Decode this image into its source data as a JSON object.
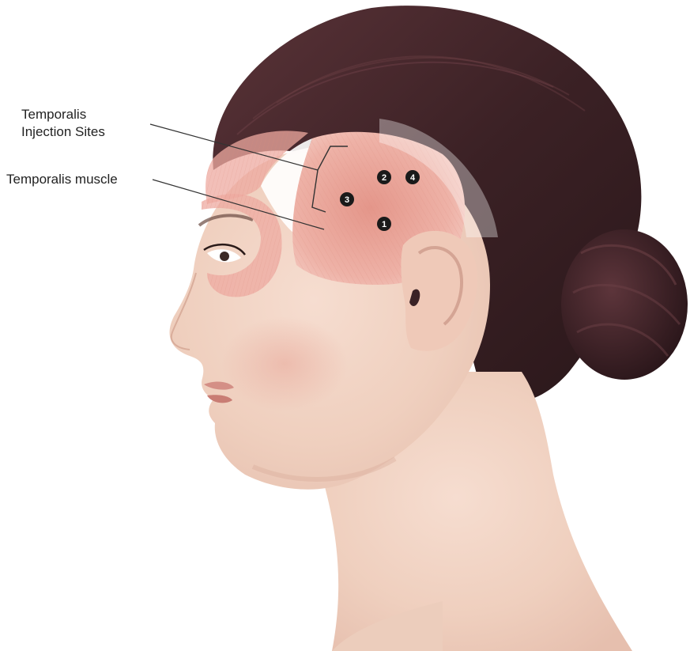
{
  "labels": {
    "injection_sites_line1": "Temporalis",
    "injection_sites_line2": "Injection Sites",
    "muscle": "Temporalis muscle"
  },
  "injection_sites": [
    {
      "number": "1"
    },
    {
      "number": "2"
    },
    {
      "number": "3"
    },
    {
      "number": "4"
    }
  ],
  "colors": {
    "background": "#ffffff",
    "skin": "#f3d6c6",
    "hair": "#3a2226",
    "muscle": "#e8a69b",
    "marker": "#1a1a1a",
    "leader_line": "#333333"
  }
}
